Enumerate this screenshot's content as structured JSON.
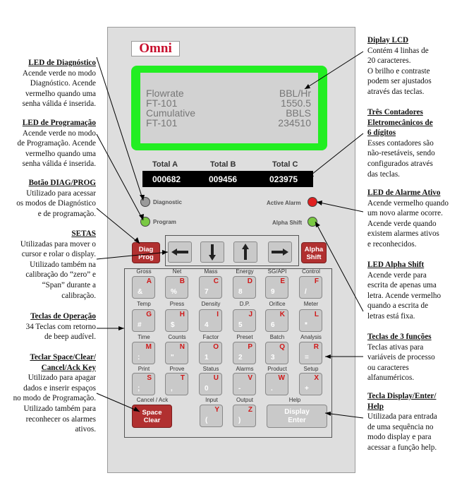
{
  "device": {
    "logo": "Omni",
    "lcd": [
      {
        "left": "Flowrate",
        "right": "BBL/Hr"
      },
      {
        "left": "FT-101",
        "right": "1550.5"
      },
      {
        "left": "Cumulative",
        "right": "BBLS"
      },
      {
        "left": "FT-101",
        "right": "234510"
      }
    ],
    "counters": [
      {
        "label": "Total A",
        "value": "000682"
      },
      {
        "label": "Total B",
        "value": "009456"
      },
      {
        "label": "Total C",
        "value": "023975"
      }
    ],
    "leds": {
      "diagnostic": "Diagnostic",
      "program": "Program",
      "active_alarm": "Active Alarm",
      "alpha_shift": "Alpha Shift"
    },
    "diag_key": {
      "top": "Diag",
      "bottom": "Prog"
    },
    "alpha_key": {
      "top": "Alpha",
      "bottom": "Shift"
    },
    "keypad": {
      "rows": [
        {
          "funcs": [
            "Gross",
            "Net",
            "Mass",
            "Energy",
            "SG/API",
            "Control"
          ],
          "keys": [
            {
              "up": "A",
              "lo": "&"
            },
            {
              "up": "B",
              "lo": "%"
            },
            {
              "up": "C",
              "lo": "7"
            },
            {
              "up": "D",
              "lo": "8"
            },
            {
              "up": "E",
              "lo": "9"
            },
            {
              "up": "F",
              "lo": "/"
            }
          ]
        },
        {
          "funcs": [
            "Temp",
            "Press",
            "Density",
            "D.P.",
            "Orifice",
            "Meter"
          ],
          "keys": [
            {
              "up": "G",
              "lo": "#"
            },
            {
              "up": "H",
              "lo": "$"
            },
            {
              "up": "I",
              "lo": "4"
            },
            {
              "up": "J",
              "lo": "5"
            },
            {
              "up": "K",
              "lo": "6"
            },
            {
              "up": "L",
              "lo": "*"
            }
          ]
        },
        {
          "funcs": [
            "Time",
            "Counts",
            "Factor",
            "Preset",
            "Batch",
            "Analysis"
          ],
          "keys": [
            {
              "up": "M",
              "lo": ":"
            },
            {
              "up": "N",
              "lo": "\""
            },
            {
              "up": "O",
              "lo": "1"
            },
            {
              "up": "P",
              "lo": "2"
            },
            {
              "up": "Q",
              "lo": "3"
            },
            {
              "up": "R",
              "lo": "="
            }
          ]
        },
        {
          "funcs": [
            "Print",
            "Prove",
            "Status",
            "Alarms",
            "Product",
            "Setup"
          ],
          "keys": [
            {
              "up": "S",
              "lo": ";"
            },
            {
              "up": "T",
              "lo": ","
            },
            {
              "up": "U",
              "lo": "0"
            },
            {
              "up": "V",
              "lo": "-"
            },
            {
              "up": "W",
              "lo": "."
            },
            {
              "up": "X",
              "lo": "+"
            }
          ]
        }
      ],
      "bottom_funcs": [
        "Cancel / Ack",
        "Input",
        "Output",
        "Help"
      ],
      "space_key": {
        "top": "Space",
        "bottom": "Clear"
      },
      "input_key": {
        "up": "Y",
        "lo": "("
      },
      "output_key": {
        "up": "Z",
        "lo": ")"
      },
      "display_key": {
        "top": "Display",
        "bottom": "Enter"
      }
    }
  },
  "annotations": {
    "led_diag": {
      "title": "LED de Diagnóstico",
      "lines": [
        "Acende verde no modo",
        "Diagnóstico. Acende",
        "vermelho quando uma",
        "senha válida é inserida."
      ]
    },
    "led_prog": {
      "title": "LED de Programação",
      "lines": [
        "Acende verde no modo",
        "de Programação. Acende",
        "vermelho quando uma",
        "senha válida é inserida."
      ]
    },
    "btn_diag": {
      "title": "Botão DIAG/PROG",
      "lines": [
        "Utilizado para acessar",
        "os modos de Diagnóstico",
        "e de programação."
      ]
    },
    "setas": {
      "title": "SETAS",
      "lines": [
        "Utilizadas para mover o",
        "cursor e rolar o display.",
        "Utilizado também na",
        "calibração do “zero” e",
        "“Span” durante a",
        "calibração."
      ]
    },
    "teclas_op": {
      "title": "Teclas de Operação",
      "lines": [
        "34 Teclas com retorno",
        "de beep audível."
      ]
    },
    "teclar_space": {
      "title": "Teclar Space/Clear/",
      "title2": "Cancel/Ack Key",
      "lines": [
        "Utilizado para apagar",
        "dados e inserir espaços",
        "no modo de Programação.",
        "Utilizado também para",
        "reconhecer os alarmes",
        "ativos."
      ]
    },
    "display_lcd": {
      "title": "Diplay LCD",
      "lines": [
        "Contém 4 linhas de",
        "20 caracteres.",
        "O brilho e contraste",
        "podem ser ajustados",
        "através das teclas."
      ]
    },
    "contadores": {
      "title": "Três Contadores",
      "title2": "Eletromecânicos de",
      "title3": "6 dígitos",
      "lines": [
        "Esses contadores são",
        "não-resetáveis, sendo",
        "configurados através",
        "das teclas."
      ]
    },
    "led_alarme": {
      "title": "LED de Alarme Ativo",
      "lines": [
        "Acende vermelho quando",
        "um novo alarme ocorre.",
        "Acende verde quando",
        "existem alarmes ativos",
        "e reconhecidos."
      ]
    },
    "led_alpha": {
      "title": "LED Alpha Shift",
      "lines": [
        "Acende verde para",
        "escrita de apenas uma",
        "letra. Acende vermelho",
        "quando a escrita de",
        "letras está fixa."
      ]
    },
    "teclas_3f": {
      "title": "Teclas de 3 funções",
      "lines": [
        "Teclas ativas para",
        "variáveis de processo",
        "ou caracteres",
        "alfanuméricos."
      ]
    },
    "tecla_display": {
      "title": "Tecla Display/Enter/",
      "title2": "Help",
      "lines": [
        "Utilizada para entrada",
        "de uma sequência no",
        "modo display e para",
        "acessar a função help."
      ]
    }
  }
}
